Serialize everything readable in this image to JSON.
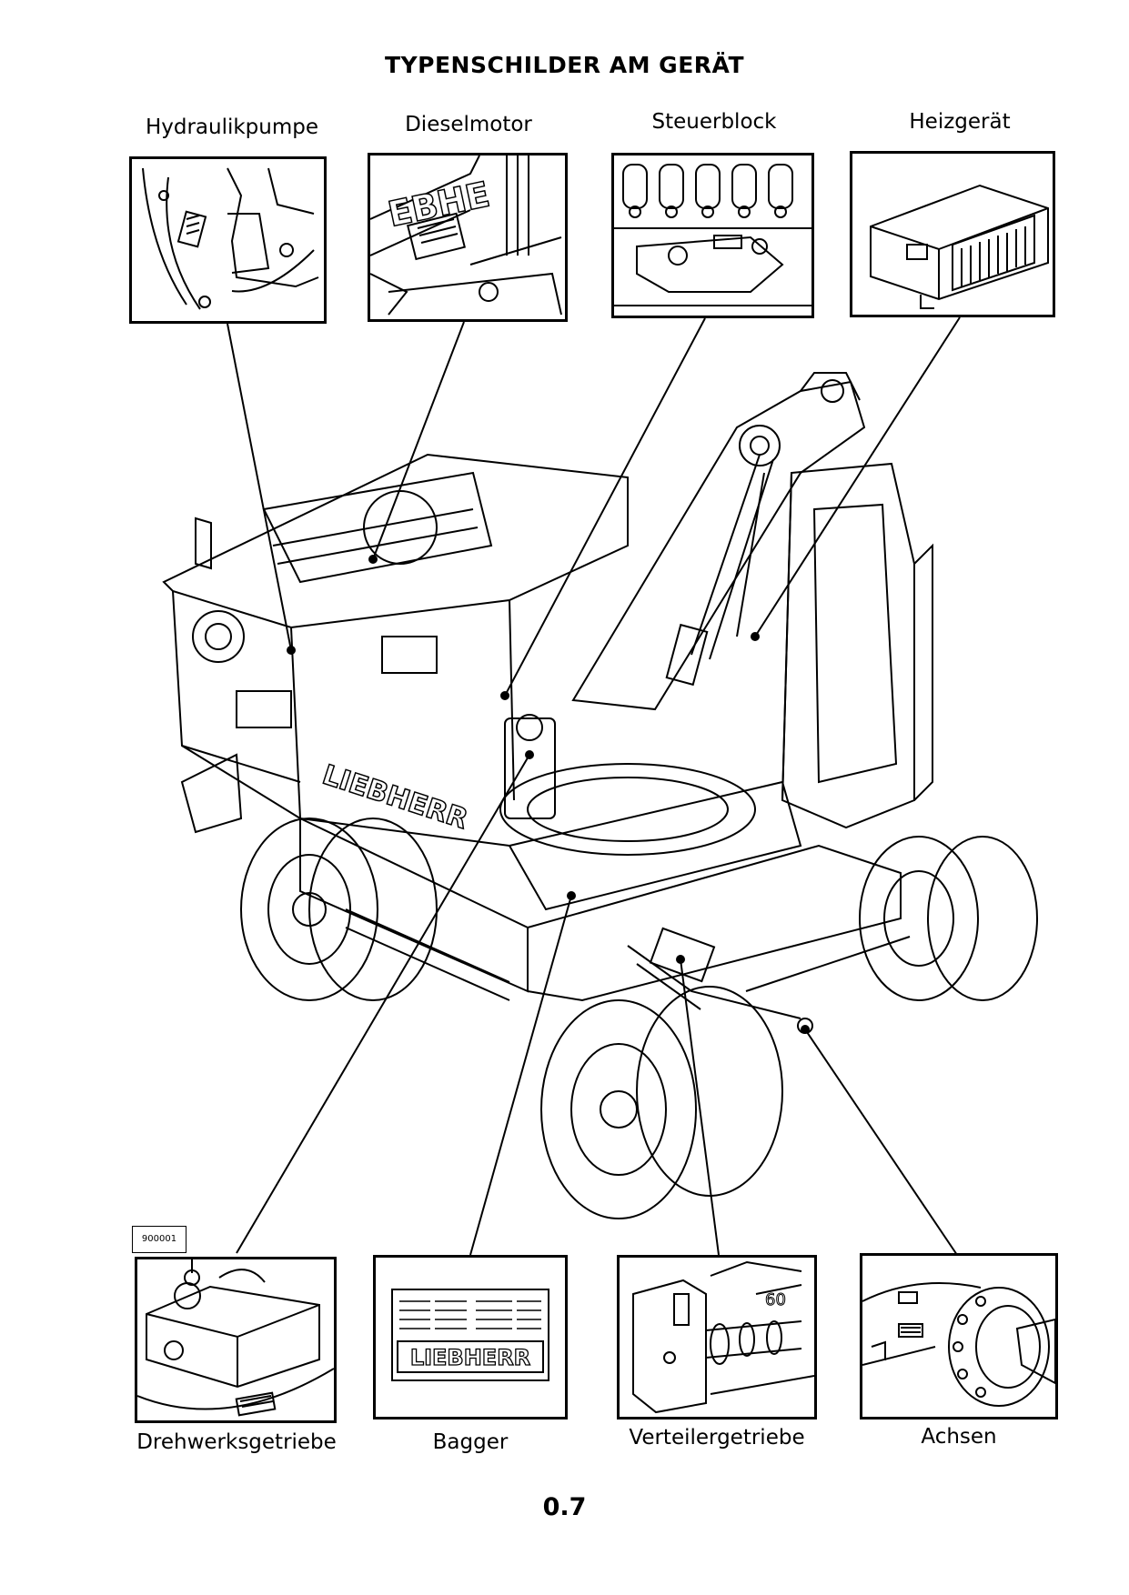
{
  "title": "TYPENSCHILDER AM GERÄT",
  "labels": {
    "hydraulikpumpe": "Hydraulikpumpe",
    "dieselmotor": "Dieselmotor",
    "steuerblock": "Steuerblock",
    "heizgeraet": "Heizgerät",
    "drehwerksgetriebe": "Drehwerksgetriebe",
    "bagger": "Bagger",
    "verteilergetriebe": "Verteilergetriebe",
    "achsen": "Achsen"
  },
  "figure_code": "900001",
  "page_number": "0.7",
  "nameplate_brand": "LIEBHERR",
  "machine_brand": "LIEBHERR"
}
